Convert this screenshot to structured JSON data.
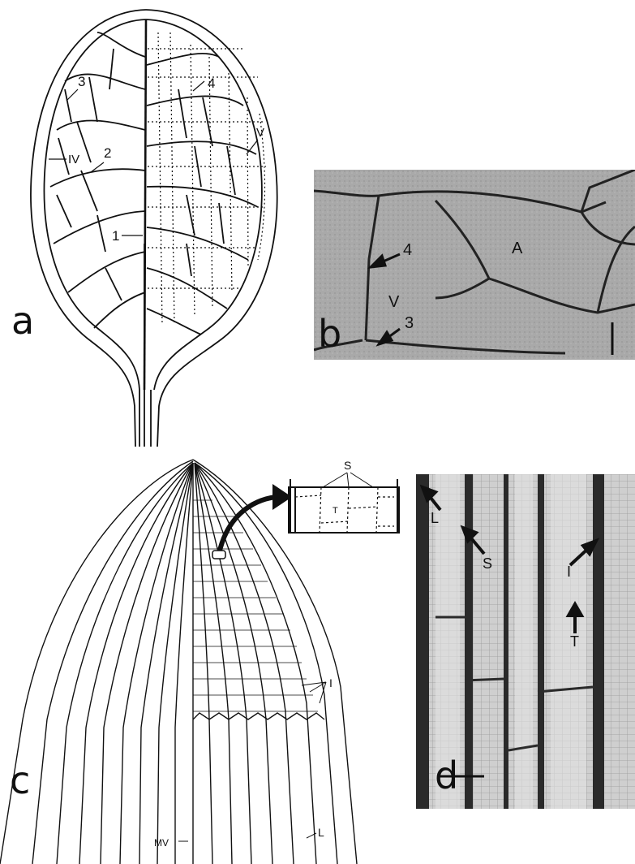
{
  "panels": {
    "a": {
      "letter": "a",
      "labels": {
        "vein1": "1",
        "vein2": "2",
        "vein3": "3",
        "vein4": "4",
        "roman4": "IV",
        "roman5": "V"
      }
    },
    "b": {
      "letter": "b",
      "labels": {
        "areole": "A",
        "veinlet": "V",
        "vein3": "3",
        "vein4": "4"
      }
    },
    "c": {
      "letter": "c",
      "labels": {
        "s": "S",
        "t": "T",
        "i": "I",
        "mv": "MV",
        "l": "L"
      }
    },
    "d": {
      "letter": "d",
      "labels": {
        "l": "L",
        "s": "S",
        "i": "I",
        "t": "T"
      }
    }
  },
  "colors": {
    "ink": "#111111",
    "photo_b": "#a9a9a9",
    "photo_d": "#c8c8c8"
  }
}
